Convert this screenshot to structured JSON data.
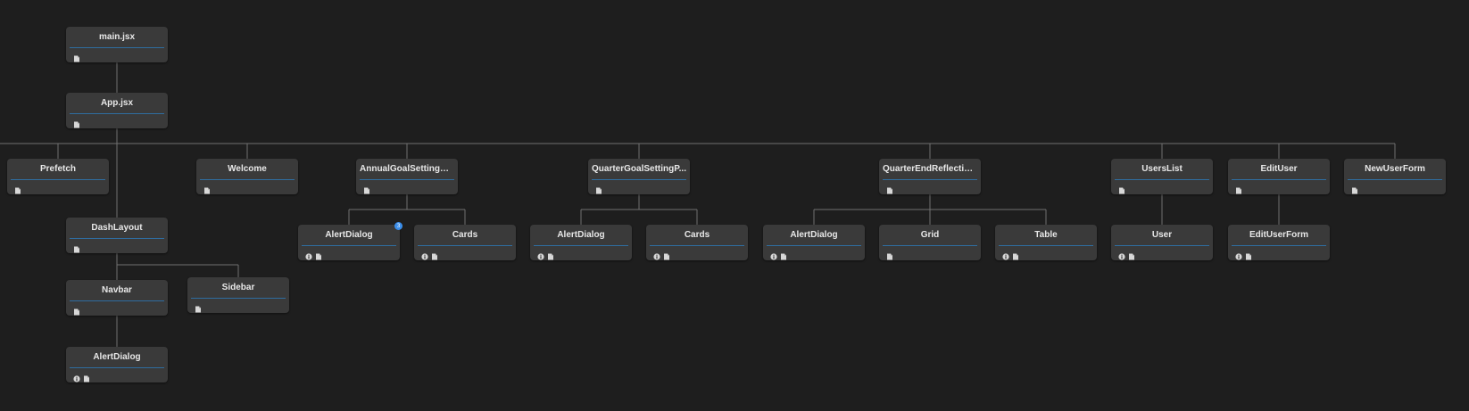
{
  "colors": {
    "background": "#1e1e1e",
    "node": "#3a3a3a",
    "accent": "#2f6da0",
    "edge": "#707070",
    "badge": "#3b8eea"
  },
  "nodes": [
    {
      "id": "main",
      "label": "main.jsx",
      "icons": [
        "file-icon"
      ]
    },
    {
      "id": "app",
      "label": "App.jsx",
      "icons": [
        "file-icon"
      ]
    },
    {
      "id": "prefetch",
      "label": "Prefetch",
      "icons": [
        "file-icon"
      ]
    },
    {
      "id": "welcome",
      "label": "Welcome",
      "icons": [
        "file-icon"
      ]
    },
    {
      "id": "annual",
      "label": "AnnualGoalSettingPa...",
      "icons": [
        "file-icon"
      ]
    },
    {
      "id": "quarter",
      "label": "QuarterGoalSettingP...",
      "icons": [
        "file-icon"
      ]
    },
    {
      "id": "reflection",
      "label": "QuarterEndReflection...",
      "icons": [
        "file-icon"
      ]
    },
    {
      "id": "userslist",
      "label": "UsersList",
      "icons": [
        "file-icon"
      ]
    },
    {
      "id": "edituser",
      "label": "EditUser",
      "icons": [
        "file-icon"
      ]
    },
    {
      "id": "newuserform",
      "label": "NewUserForm",
      "icons": [
        "file-icon"
      ]
    },
    {
      "id": "dashlayout",
      "label": "DashLayout",
      "icons": [
        "file-icon"
      ]
    },
    {
      "id": "navbar",
      "label": "Navbar",
      "icons": [
        "file-icon"
      ]
    },
    {
      "id": "sidebar",
      "label": "Sidebar",
      "icons": [
        "file-icon"
      ]
    },
    {
      "id": "alert_nav",
      "label": "AlertDialog",
      "icons": [
        "info-icon",
        "file-icon"
      ]
    },
    {
      "id": "alert_annual",
      "label": "AlertDialog",
      "icons": [
        "info-icon",
        "file-icon"
      ],
      "badge": "3"
    },
    {
      "id": "cards_annual",
      "label": "Cards",
      "icons": [
        "info-icon",
        "file-icon"
      ]
    },
    {
      "id": "alert_quarter",
      "label": "AlertDialog",
      "icons": [
        "info-icon",
        "file-icon"
      ]
    },
    {
      "id": "cards_quarter",
      "label": "Cards",
      "icons": [
        "info-icon",
        "file-icon"
      ]
    },
    {
      "id": "alert_refl",
      "label": "AlertDialog",
      "icons": [
        "info-icon",
        "file-icon"
      ]
    },
    {
      "id": "grid_refl",
      "label": "Grid",
      "icons": [
        "file-icon"
      ]
    },
    {
      "id": "table_refl",
      "label": "Table",
      "icons": [
        "info-icon",
        "file-icon"
      ]
    },
    {
      "id": "user",
      "label": "User",
      "icons": [
        "info-icon",
        "file-icon"
      ]
    },
    {
      "id": "edituserform",
      "label": "EditUserForm",
      "icons": [
        "info-icon",
        "file-icon"
      ]
    }
  ]
}
